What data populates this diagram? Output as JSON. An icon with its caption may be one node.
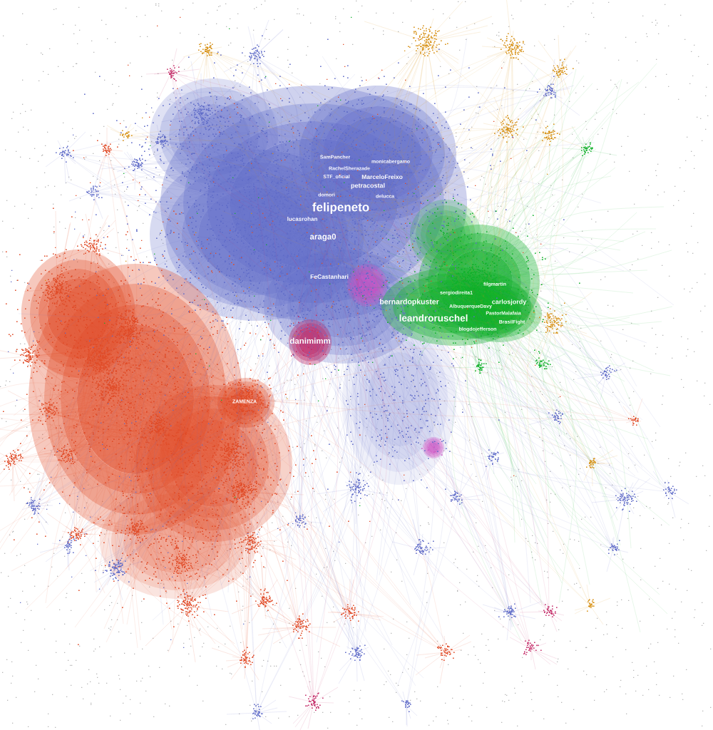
{
  "diagram": {
    "labels": [
      "SamPancher",
      "monicabergamo",
      "RachelSherazade",
      "STF_oficial",
      "MarceloFreixo",
      "petracostal",
      "domori",
      "delucca",
      "felipeneto",
      "lucasrohan",
      "araga0",
      "FeCastanhari",
      "filgmartin",
      "sergiodireita1",
      "bernardopkuster",
      "carlosjordy",
      "AlbuquerqueDavy",
      "PastorMalafaia",
      "BrasilFight",
      "leandroruschel",
      "blogdojefferson",
      "danimimm",
      "ZAMENZA"
    ]
  }
}
